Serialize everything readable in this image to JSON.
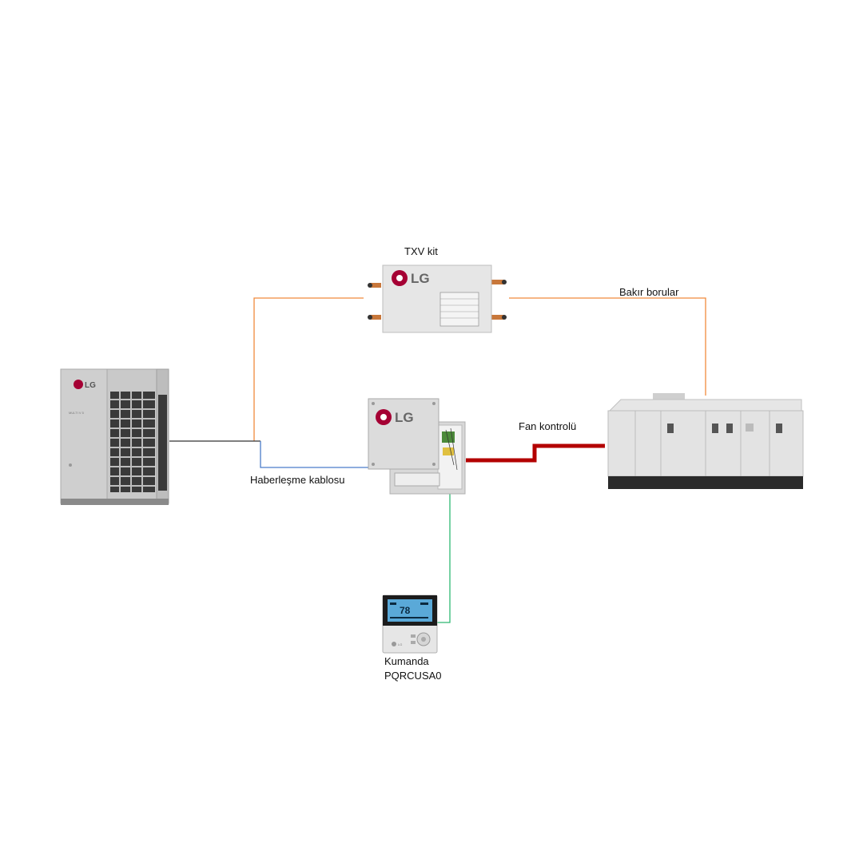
{
  "labels": {
    "txv_kit": "TXV kit",
    "copper_pipes": "Bakır borular",
    "fan_control": "Fan kontrolü",
    "comm_cable": "Haberleşme kablosu",
    "remote_line1": "Kumanda",
    "remote_line2": "PQRCUSA0"
  },
  "brand": {
    "logo_text": "LG",
    "logo_color": "#a50034",
    "outdoor_unit_model": "MULTI V 5"
  },
  "colors": {
    "copper_pipe_line": "#f08a3c",
    "comm_cable_line": "#4a7cc9",
    "fan_control_line": "#b30000",
    "remote_cable_line": "#2eb872",
    "device_body": "#d9d9d9",
    "remote_screen": "#5aa9d8"
  },
  "icons": {
    "outdoor_unit": "vrf-outdoor-unit-icon",
    "txv_kit": "txv-kit-box-icon",
    "control_box": "ahu-control-box-icon",
    "ahu": "air-handling-unit-icon",
    "remote": "wired-remote-controller-icon"
  }
}
